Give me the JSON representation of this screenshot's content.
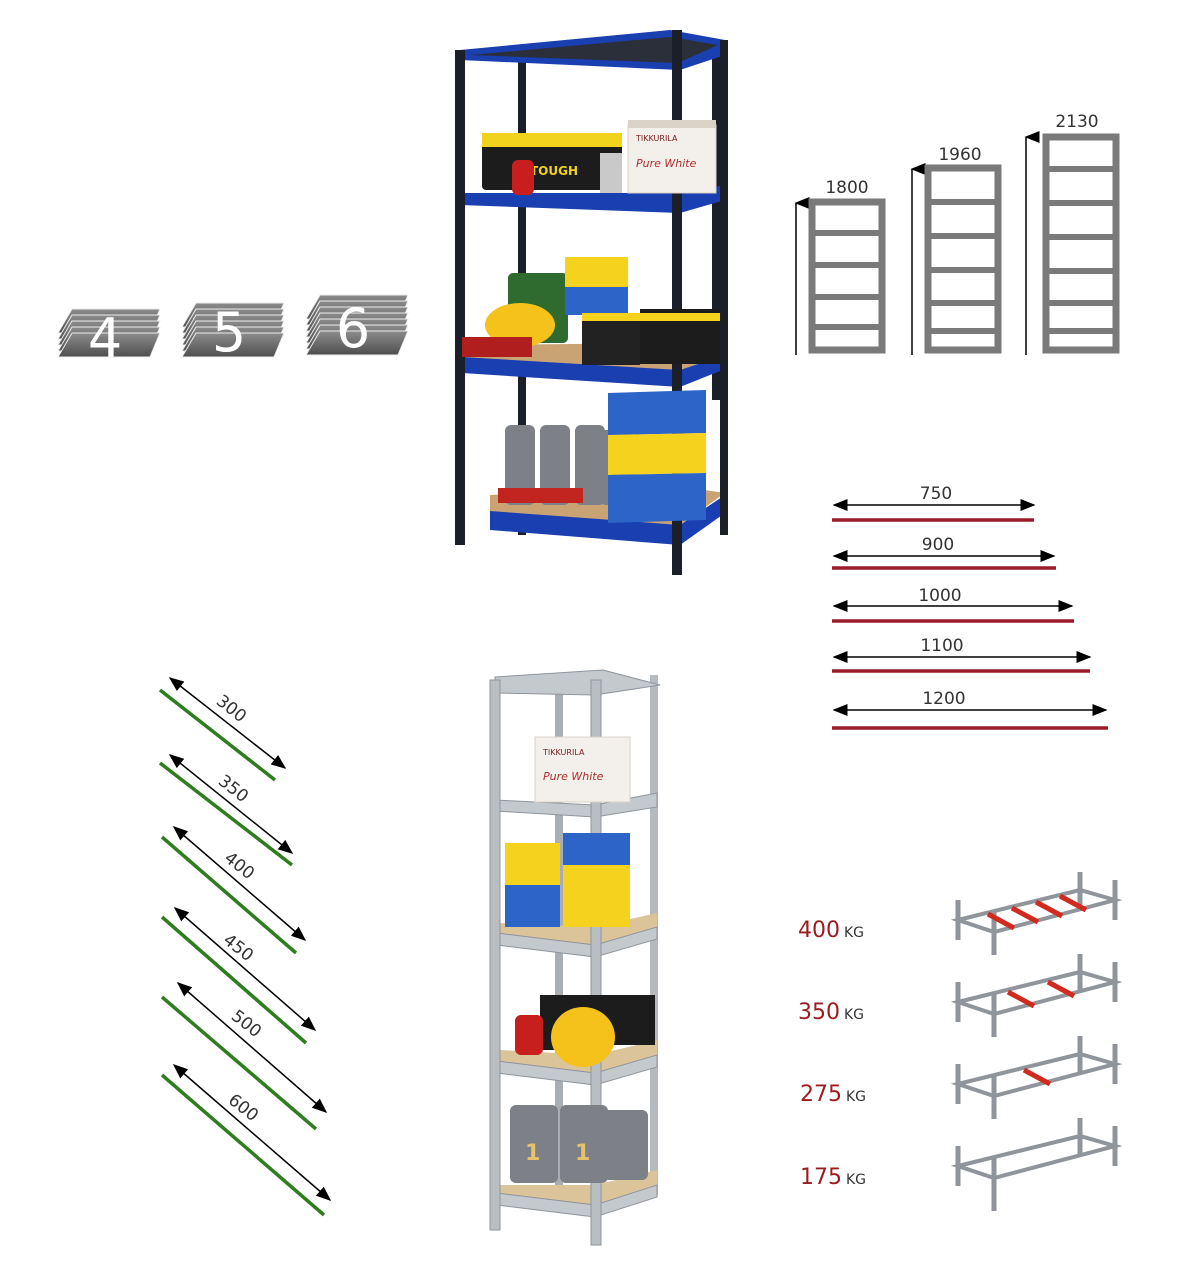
{
  "shelf_counts": [
    "4",
    "5",
    "6"
  ],
  "heights": [
    "1800",
    "1960",
    "2130"
  ],
  "widths": [
    "750",
    "900",
    "1000",
    "1100",
    "1200"
  ],
  "depths": [
    "300",
    "350",
    "400",
    "450",
    "500",
    "600"
  ],
  "loads": [
    {
      "value": "400",
      "unit": "KG"
    },
    {
      "value": "350",
      "unit": "KG"
    },
    {
      "value": "275",
      "unit": "KG"
    },
    {
      "value": "175",
      "unit": "KG"
    }
  ],
  "colors": {
    "frame_grey": "#7a7a7a",
    "width_bar": "#9b1b2a",
    "depth_bar": "#2e7d1e",
    "load_text": "#9b1b1f",
    "blue_beam": "#1a3fb0",
    "upright_dark": "#1b1f2a",
    "galvanised": "#c4c9ce",
    "chipboard": "#c9a373"
  },
  "blue_shelf_items": {
    "toolbox_brand": "TOUGH",
    "paint_brand": "TIKKURILA",
    "paint_name": "Pure White"
  },
  "grey_shelf_items": {
    "paint_brand": "TIKKURILA",
    "paint_name": "Pure White",
    "oil_label": "1"
  }
}
